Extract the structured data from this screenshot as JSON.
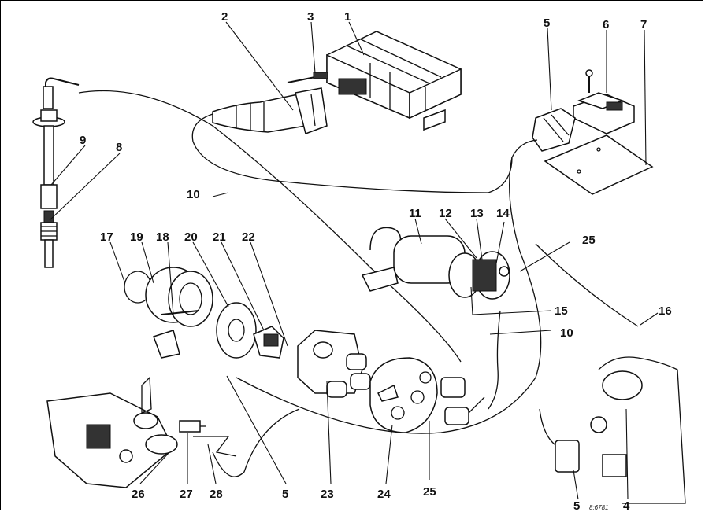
{
  "diagram": {
    "callouts": {
      "c1": "1",
      "c2": "2",
      "c3": "3",
      "c4": "4",
      "c5a": "5",
      "c5b": "5",
      "c5c": "5",
      "c6": "6",
      "c7": "7",
      "c8": "8",
      "c9": "9",
      "c10a": "10",
      "c10b": "10",
      "c11": "11",
      "c12": "12",
      "c13": "13",
      "c14": "14",
      "c15": "15",
      "c16": "16",
      "c17": "17",
      "c18": "18",
      "c19": "19",
      "c20": "20",
      "c21": "21",
      "c22": "22",
      "c23": "23",
      "c24": "24",
      "c25a": "25",
      "c25b": "25",
      "c26": "26",
      "c27": "27",
      "c28": "28"
    },
    "stamp": "8:6781"
  }
}
